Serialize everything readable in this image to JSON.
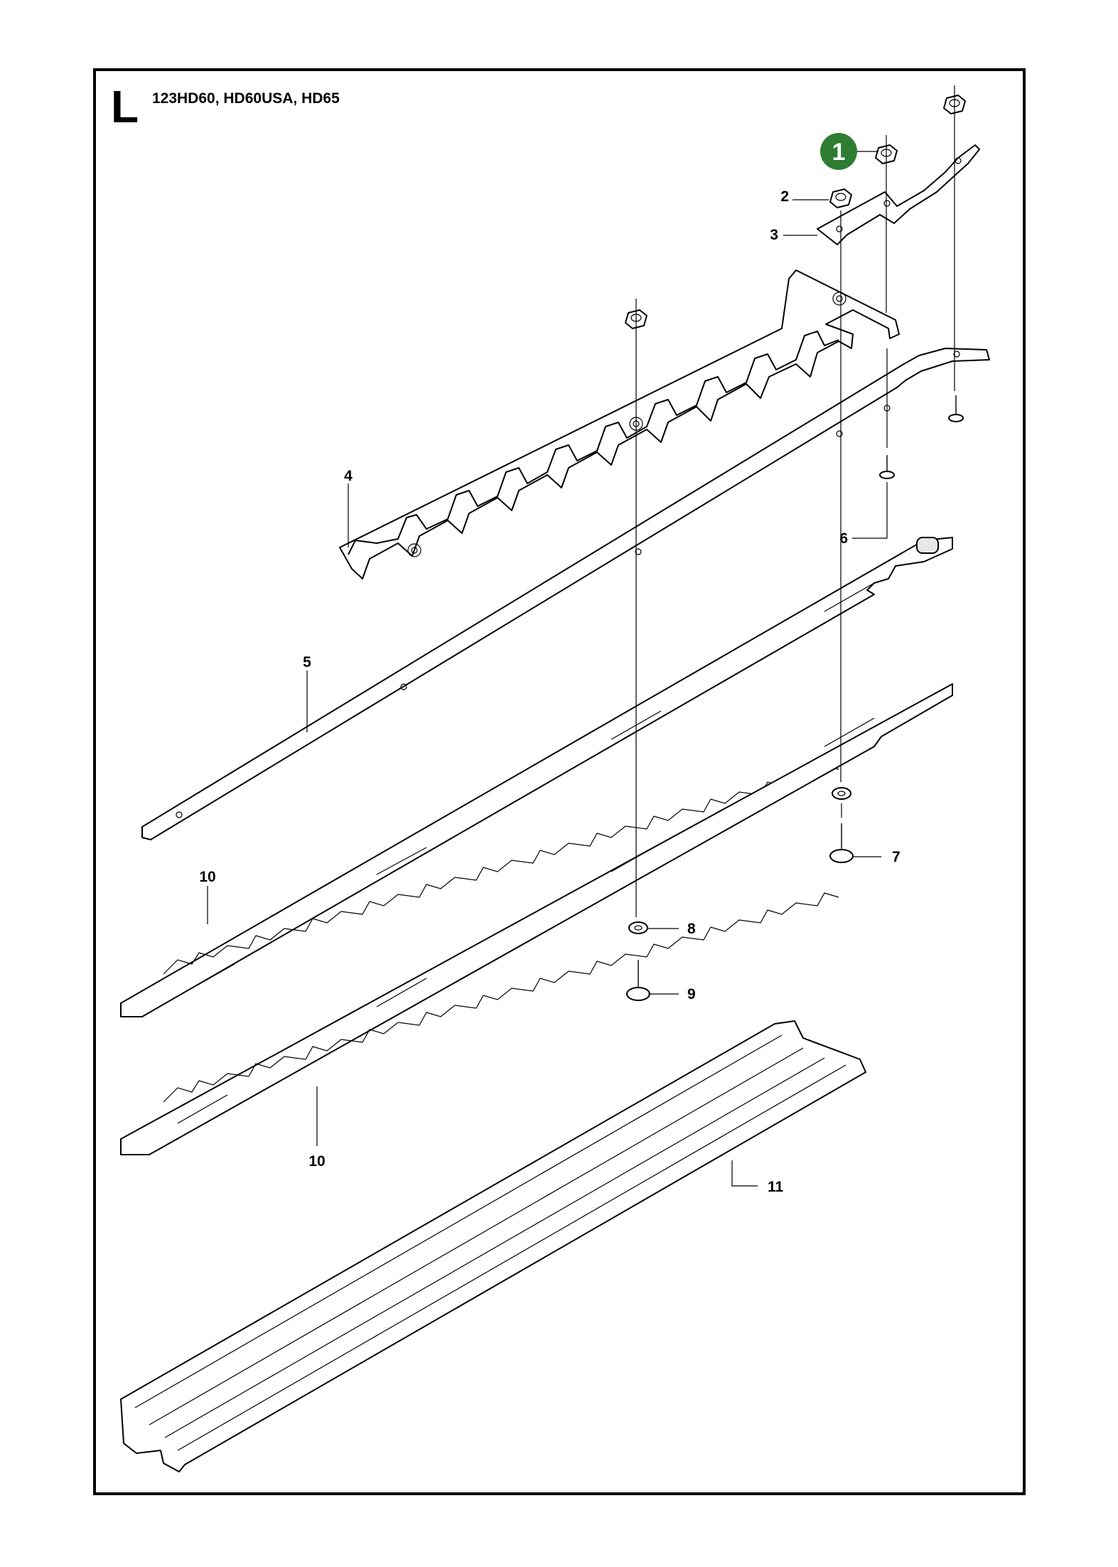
{
  "header": {
    "section_letter": "L",
    "models": "123HD60, HD60USA, HD65"
  },
  "highlight": {
    "number": "1",
    "color": "#2e7d32"
  },
  "callouts": [
    {
      "id": "c2",
      "label": "2"
    },
    {
      "id": "c3",
      "label": "3"
    },
    {
      "id": "c4",
      "label": "4"
    },
    {
      "id": "c5",
      "label": "5"
    },
    {
      "id": "c6",
      "label": "6"
    },
    {
      "id": "c7",
      "label": "7"
    },
    {
      "id": "c8",
      "label": "8"
    },
    {
      "id": "c9",
      "label": "9"
    },
    {
      "id": "c10a",
      "label": "10"
    },
    {
      "id": "c10b",
      "label": "10"
    },
    {
      "id": "c11",
      "label": "11"
    }
  ]
}
